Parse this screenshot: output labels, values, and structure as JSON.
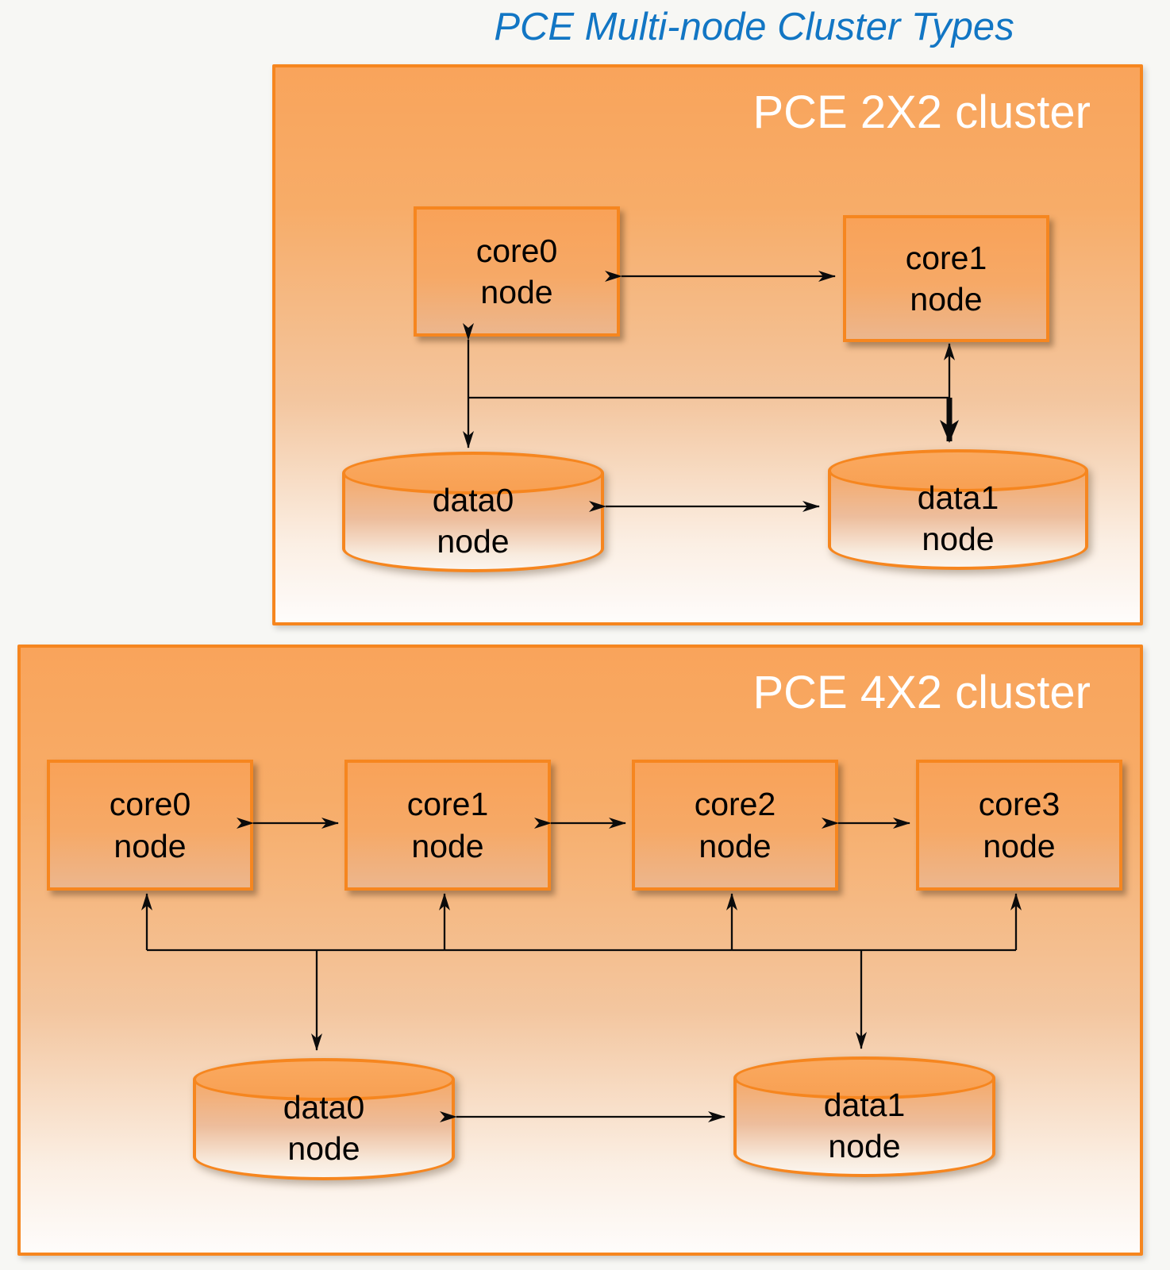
{
  "page_title": "PCE Multi-node Cluster Types",
  "colors": {
    "title_blue": "#1276c4",
    "orange_border": "#f6861f",
    "orange_fill": "#f9a45b",
    "cluster_title_white": "#ffffff",
    "node_text_black": "#000000",
    "arrow_black": "#0b0b0b"
  },
  "clusters": [
    {
      "title": "PCE 2X2 cluster",
      "core_nodes": [
        {
          "line1": "core0",
          "line2": "node"
        },
        {
          "line1": "core1",
          "line2": "node"
        }
      ],
      "data_nodes": [
        {
          "line1": "data0",
          "line2": "node"
        },
        {
          "line1": "data1",
          "line2": "node"
        }
      ]
    },
    {
      "title": "PCE 4X2 cluster",
      "core_nodes": [
        {
          "line1": "core0",
          "line2": "node"
        },
        {
          "line1": "core1",
          "line2": "node"
        },
        {
          "line1": "core2",
          "line2": "node"
        },
        {
          "line1": "core3",
          "line2": "node"
        }
      ],
      "data_nodes": [
        {
          "line1": "data0",
          "line2": "node"
        },
        {
          "line1": "data1",
          "line2": "node"
        }
      ]
    }
  ]
}
